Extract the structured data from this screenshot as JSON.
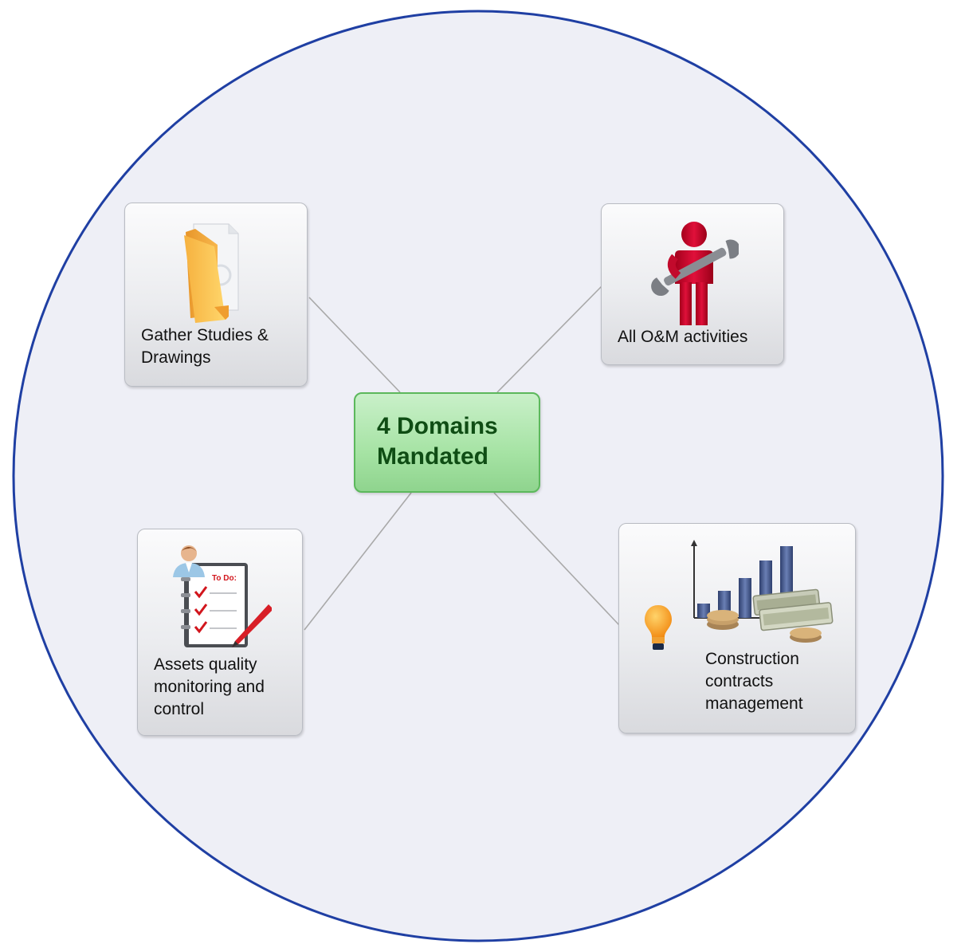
{
  "center": {
    "line1": "4 Domains",
    "line2": "Mandated",
    "fill": "#a6e3a4",
    "text_color": "#0f4d14"
  },
  "nodes": {
    "gather": {
      "lines": [
        "Gather Studies &",
        "Drawings"
      ],
      "icon": "folder-icon"
    },
    "om": {
      "lines": [
        "All O&M activities"
      ],
      "icon": "worker-wrench-icon"
    },
    "assets": {
      "lines": [
        "Assets quality",
        "monitoring and",
        "control"
      ],
      "icon": "todo-checklist-icon",
      "checklist_title": "To Do:"
    },
    "contracts": {
      "lines": [
        "Construction",
        "contracts",
        "management"
      ],
      "icon": "money-bar-chart-icon",
      "secondary_icon": "lightbulb-icon"
    }
  },
  "colors": {
    "circle_border": "#1f3fa3",
    "circle_fill": "#eeeff6",
    "connector": "#a9a9a9"
  }
}
